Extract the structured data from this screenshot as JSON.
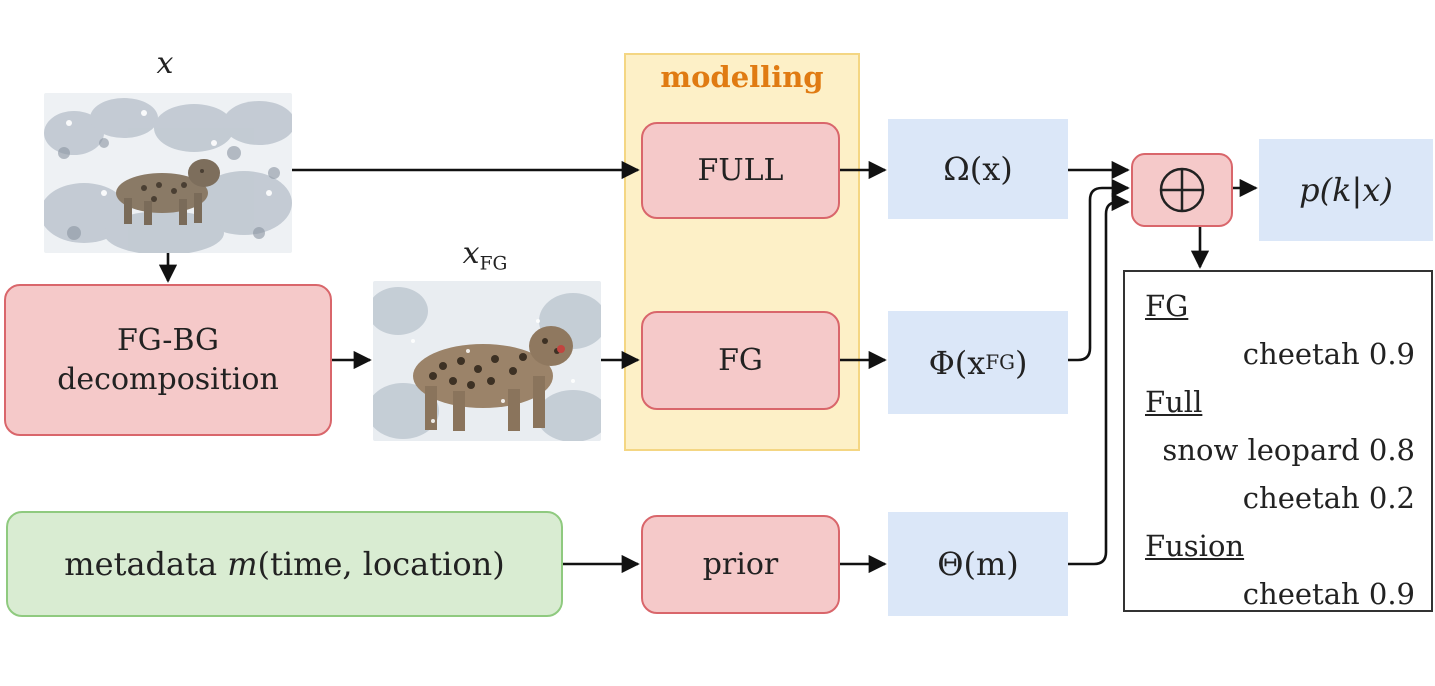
{
  "inputs": {
    "x_label": "x",
    "xfg_label_main": "x",
    "xfg_label_sub": "FG"
  },
  "modelling": {
    "title": "modelling",
    "full_label": "FULL",
    "fg_label": "FG",
    "prior_label": "prior"
  },
  "decomposition": {
    "line1": "FG-BG",
    "line2": "decomposition"
  },
  "metadata": {
    "prefix": "metadata ",
    "var": "m",
    "args": "(time, location)"
  },
  "outputs": {
    "omega_sym": "Ω",
    "omega_arg": "(x)",
    "phi_sym": "Φ",
    "phi_arg_open": "(x",
    "phi_arg_sub": "FG",
    "phi_arg_close": ")",
    "theta_sym": "Θ",
    "theta_arg": "(m)",
    "fusion_symbol": "⊕",
    "posterior": "p(k|x)"
  },
  "results": [
    {
      "heading": "FG",
      "rows": [
        "cheetah 0.9"
      ]
    },
    {
      "heading": "Full",
      "rows": [
        "snow leopard 0.8",
        "cheetah 0.2"
      ]
    },
    {
      "heading": "Fusion",
      "rows": [
        "cheetah 0.9"
      ]
    }
  ],
  "colors": {
    "node_fill": "#f5c9c9",
    "node_border": "#d9666b",
    "output_fill": "#dbe7f8",
    "panel_fill": "#fdf0c7",
    "panel_title": "#e07b12",
    "meta_fill": "#d9ecd2",
    "meta_border": "#8fca7f"
  }
}
